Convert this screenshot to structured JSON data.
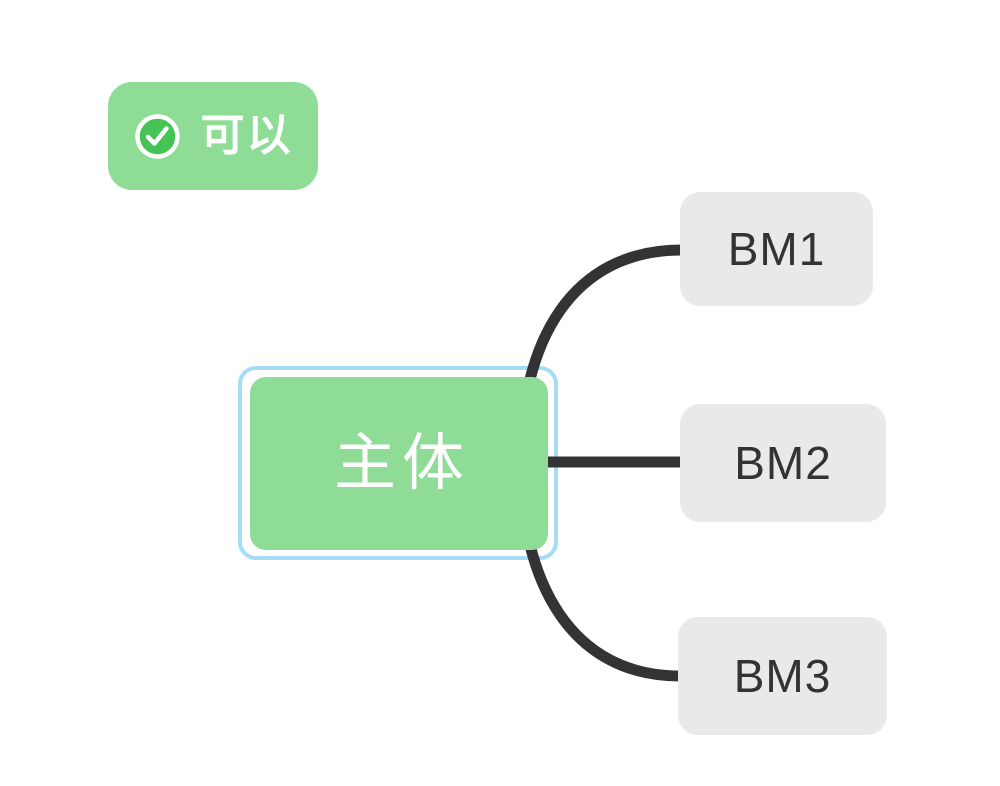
{
  "badge": {
    "label": "可以",
    "icon": "check-circle-icon"
  },
  "mindmap": {
    "root": {
      "label": "主体",
      "selected": true
    },
    "children": [
      {
        "label": "BM1"
      },
      {
        "label": "BM2"
      },
      {
        "label": "BM3"
      }
    ],
    "connections": [
      {
        "from": "主体",
        "to": "BM1"
      },
      {
        "from": "主体",
        "to": "BM2"
      },
      {
        "from": "主体",
        "to": "BM3"
      }
    ]
  },
  "colors": {
    "background": "#ffffff",
    "badge-green": "#8fdc96",
    "check-green": "#45c455",
    "node-green": "#8fdc96",
    "selection-blue": "#a6dcf8",
    "child-gray": "#e9e9e9",
    "connector-dark": "#333333",
    "text-light": "#ffffff",
    "text-dark": "#333333"
  }
}
